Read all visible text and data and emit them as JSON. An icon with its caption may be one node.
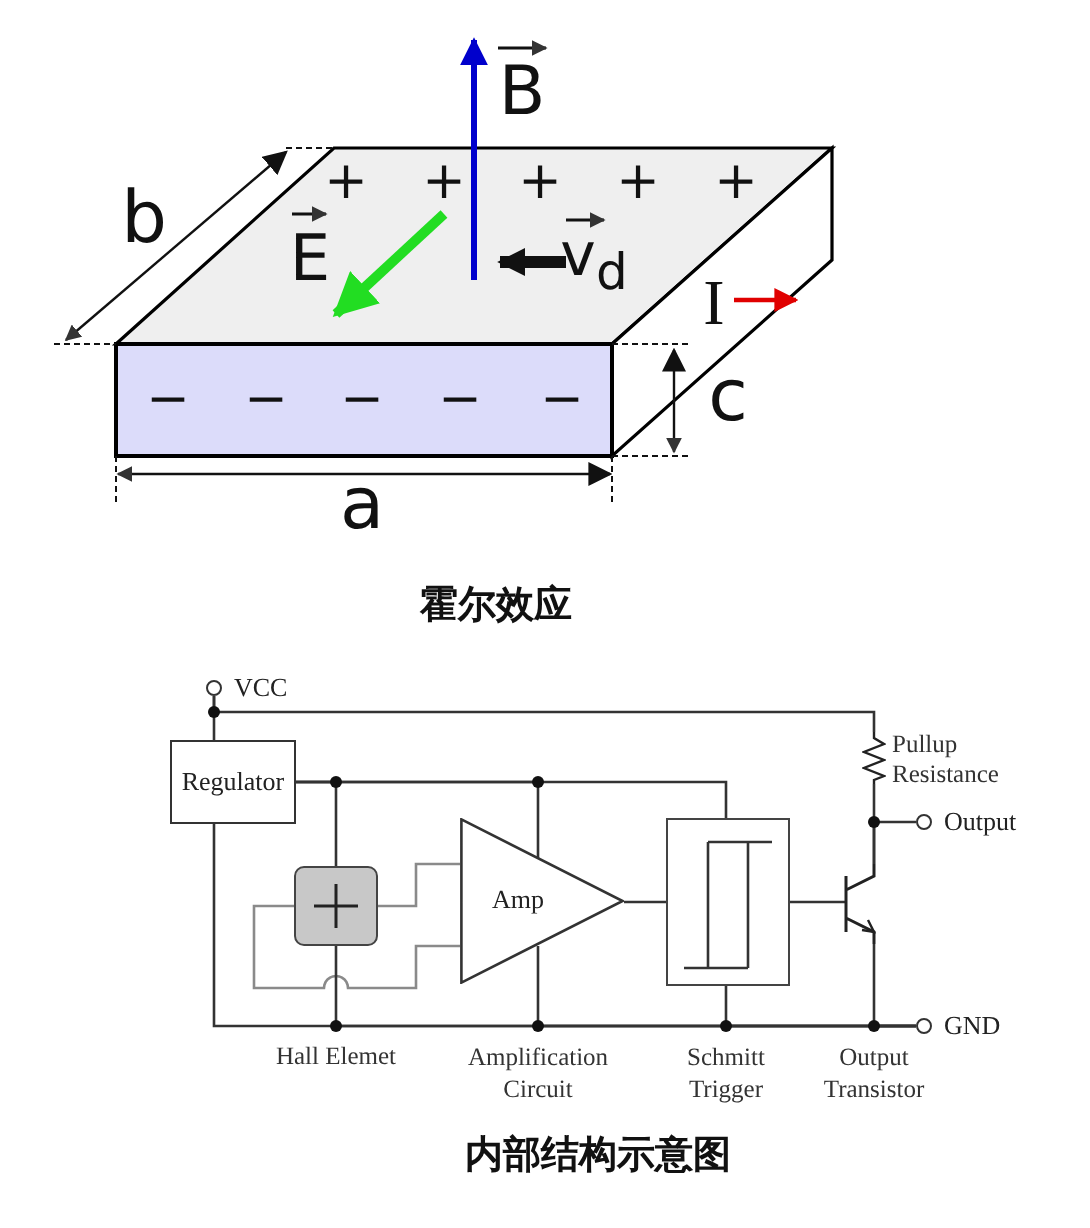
{
  "diagram": {
    "nodes": [
      {
        "text": [
          "VCC"
        ]
      },
      {
        "text": [
          "Regulator"
        ]
      },
      {
        "text": [],
        "shape": "box"
      },
      {
        "text": [
          "Amp"
        ]
      },
      {
        "text": [],
        "shape": "box"
      },
      {
        "text": [],
        "shape": "transistor"
      },
      {
        "text": [],
        "shape": "resistor",
        "beside": [
          "Pullup Resistance"
        ]
      },
      {
        "text": [
          "Output"
        ]
      },
      {
        "text": [
          "GND"
        ]
      }
    ],
    "edges": [
      {
        "from": 0,
        "to": 1,
        "arrow": "none"
      },
      {
        "from": 0,
        "to": 6,
        "arrow": "none"
      },
      {
        "from": 1,
        "to": 2,
        "arrow": "none"
      },
      {
        "from": 1,
        "to": 3,
        "arrow": "none"
      },
      {
        "from": 1,
        "to": 4,
        "arrow": "none"
      },
      {
        "from": 2,
        "to": 3,
        "arrow": "none",
        "color": "#8a8a8a"
      },
      {
        "from": 2,
        "to": 3,
        "arrow": "none",
        "color": "#8a8a8a"
      },
      {
        "from": 3,
        "to": 4,
        "arrow": "none"
      },
      {
        "from": 4,
        "to": 5,
        "arrow": "none"
      },
      {
        "from": 6,
        "to": 5,
        "arrow": "none"
      },
      {
        "from": 5,
        "to": 7,
        "arrow": "none"
      },
      {
        "from": 5,
        "to": 8,
        "arrow": "none"
      },
      {
        "from": 1,
        "to": 8,
        "arrow": "none"
      },
      {
        "from": 2,
        "to": 8,
        "arrow": "none"
      },
      {
        "from": 3,
        "to": 8,
        "arrow": "none"
      },
      {
        "from": 4,
        "to": 8,
        "arrow": "none"
      }
    ],
    "labels": [
      "B",
      "E",
      "v$_{d}$",
      "I",
      "+",
      "+",
      "+",
      "+",
      "+",
      "−",
      "−",
      "−",
      "−",
      "−",
      "b",
      "a",
      "c",
      "霍尔效应",
      "Hall Elemet",
      "Amplification Circuit",
      "Schmitt Trigger",
      "Output Transistor",
      "内部结构示意图"
    ]
  }
}
